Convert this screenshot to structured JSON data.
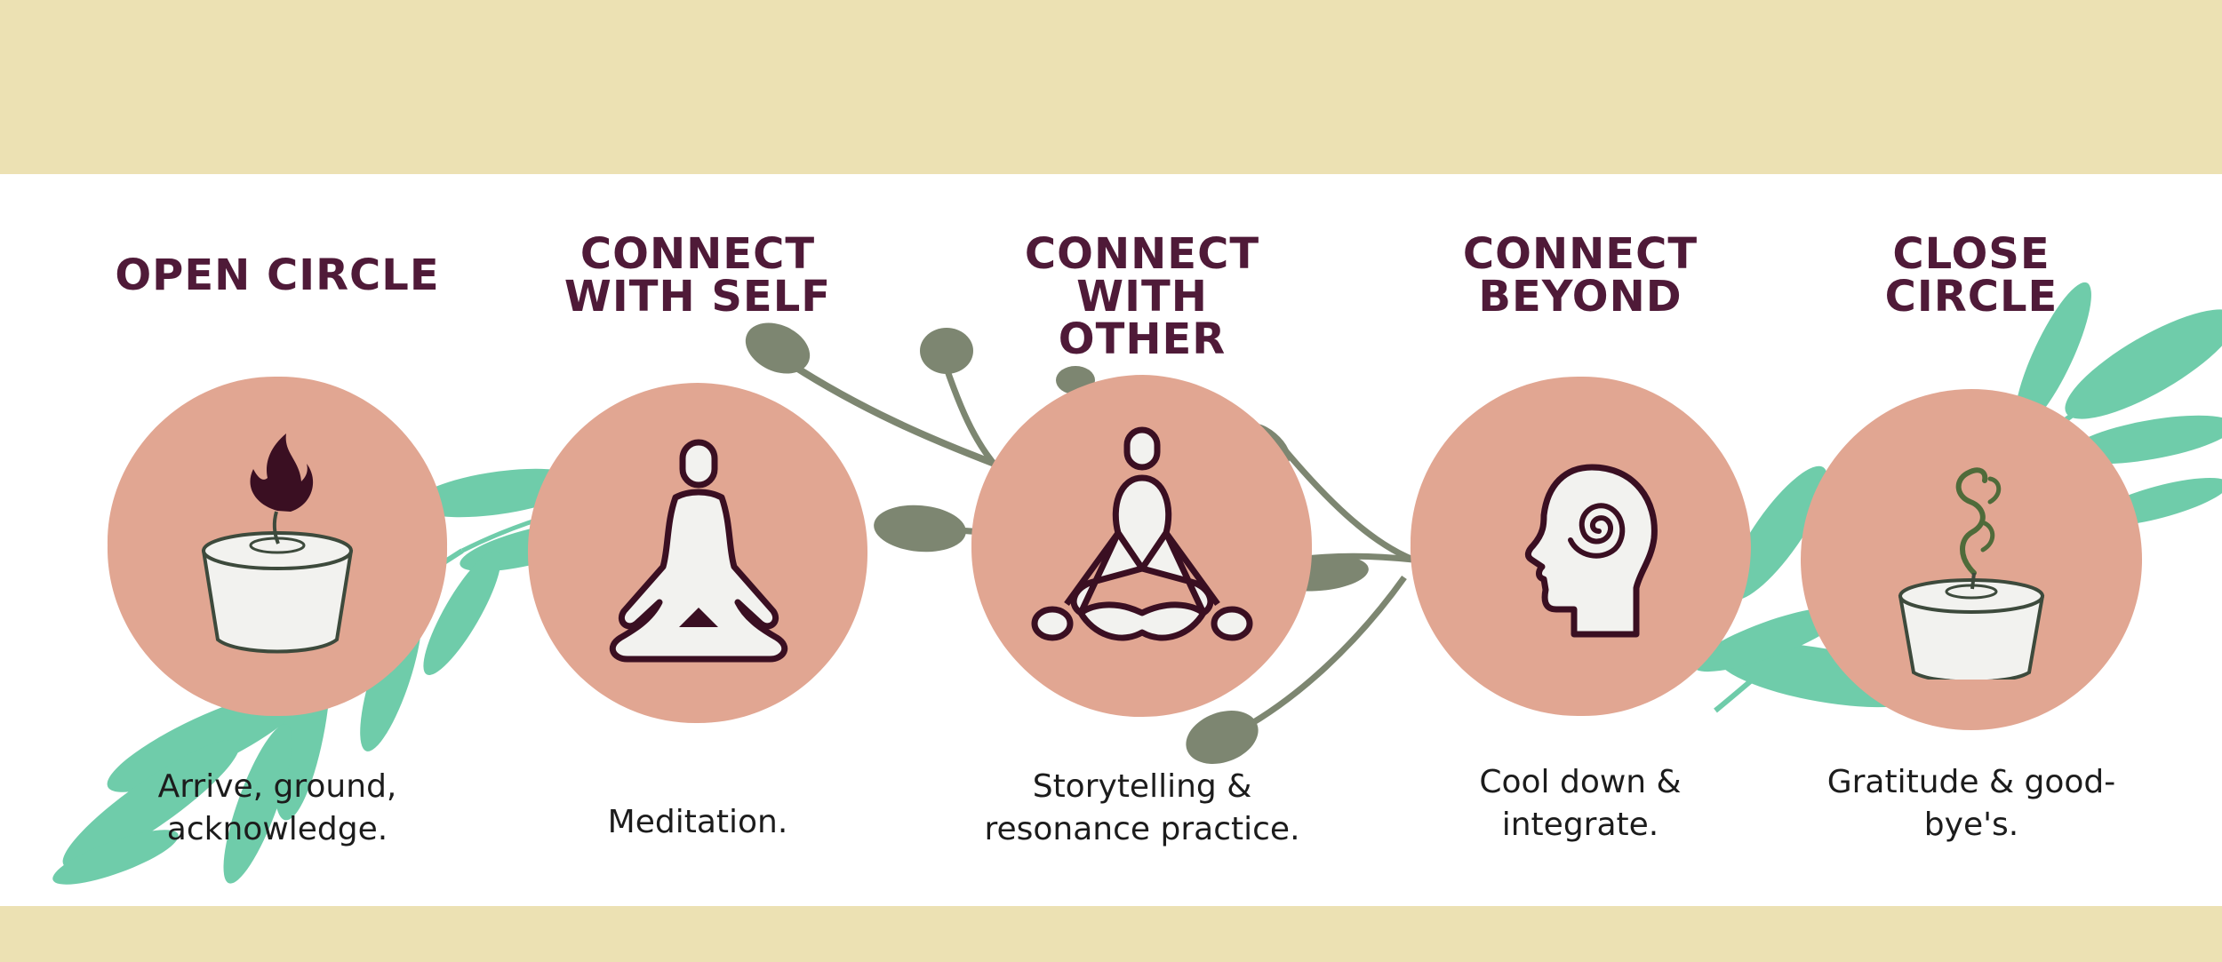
{
  "colors": {
    "band": "#ece1b3",
    "title": "#4f1a38",
    "text": "#1c1c1c",
    "circle": "#e1a692",
    "icon_dark": "#3a0f22",
    "icon_fill": "#f2f2ef",
    "leaf_green": "#55c39b",
    "leaf_olive": "#6f7a62"
  },
  "steps": [
    {
      "title": "OPEN CIRCLE",
      "icon": "candle-flame-icon",
      "description": "Arrive, ground,\nacknowledge."
    },
    {
      "title": "CONNECT\nWITH SELF",
      "icon": "meditation-icon",
      "description": "Meditation."
    },
    {
      "title": "CONNECT WITH\nOTHER",
      "icon": "group-meditation-icon",
      "description": "Storytelling &\nresonance practice."
    },
    {
      "title": "CONNECT\nBEYOND",
      "icon": "head-spiral-icon",
      "description": "Cool down &\nintegrate."
    },
    {
      "title": "CLOSE\nCIRCLE",
      "icon": "candle-smoke-icon",
      "description": "Gratitude & good-\nbye's."
    }
  ]
}
